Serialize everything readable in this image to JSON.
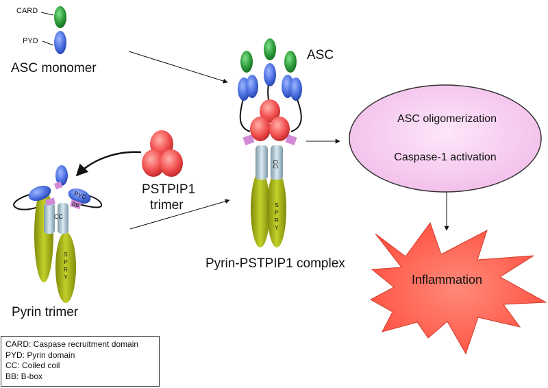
{
  "labels": {
    "card": "CARD",
    "pyd": "PYD",
    "asc_monomer": "ASC monomer",
    "asc": "ASC",
    "pstpip1_line1": "PSTPIP1",
    "pstpip1_line2": "trimer",
    "pyrin_trimer": "Pyrin trimer",
    "complex": "Pyrin-PSTPIP1 complex",
    "oligomerization": "ASC oligomerization",
    "caspase": "Caspase-1 activation",
    "inflammation": "Inflammation",
    "cc": "CC",
    "spry": [
      "S",
      "P",
      "R",
      "Y"
    ],
    "pyd_small": "PYD",
    "bb": "BB"
  },
  "legend": [
    "CARD: Caspase recruitment domain",
    "PYD: Pyrin domain",
    "CC: Coiled coil",
    "BB: B-box"
  ],
  "colors": {
    "card": "#2e9a3a",
    "pyd": "#4a6fe0",
    "pstpip1": "#f25050",
    "spry": "#a8b414",
    "cc": "#aac4d0",
    "bbox": "#d28ad6",
    "ellipse": "#f6c9ef",
    "burst": "#ff6655"
  }
}
